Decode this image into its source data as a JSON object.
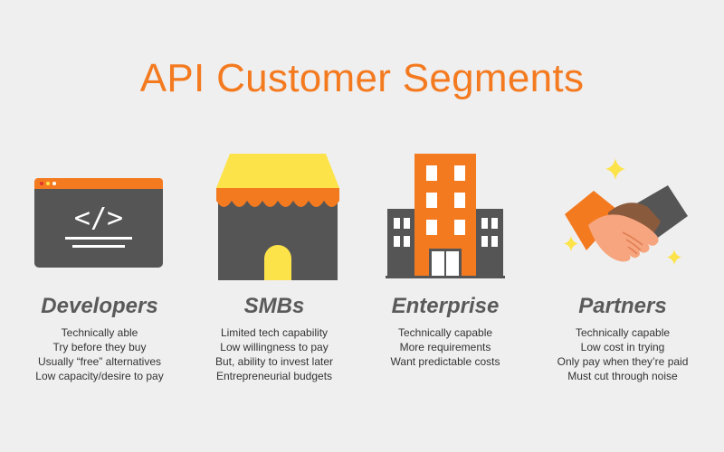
{
  "title": "API Customer Segments",
  "colors": {
    "accent": "#f47a20",
    "dark": "#555555",
    "yellow": "#fde34a",
    "background": "#efefef"
  },
  "segments": [
    {
      "name": "Developers",
      "icon": "code-window-icon",
      "points": [
        "Technically able",
        "Try before they buy",
        "Usually “free” alternatives",
        "Low capacity/desire to pay"
      ]
    },
    {
      "name": "SMBs",
      "icon": "storefront-icon",
      "points": [
        "Limited tech capability",
        "Low willingness to pay",
        "But, ability to invest later",
        "Entrepreneurial budgets"
      ]
    },
    {
      "name": "Enterprise",
      "icon": "office-building-icon",
      "points": [
        "Technically capable",
        "More requirements",
        "Want predictable costs"
      ]
    },
    {
      "name": "Partners",
      "icon": "handshake-icon",
      "points": [
        "Technically capable",
        "Low cost in trying",
        "Only pay when they’re paid",
        "Must cut through noise"
      ]
    }
  ],
  "icons": {
    "code_symbol": "</>"
  }
}
